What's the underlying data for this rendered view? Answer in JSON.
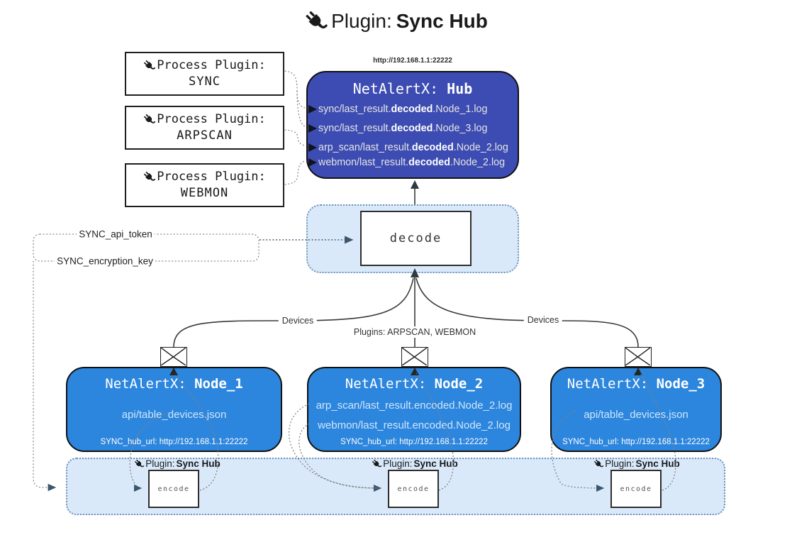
{
  "title": {
    "prefix": "Plugin: ",
    "name": "Sync Hub"
  },
  "process_plugins": [
    {
      "label": "Process Plugin:",
      "name": "SYNC"
    },
    {
      "label": "Process Plugin:",
      "name": "ARPSCAN"
    },
    {
      "label": "Process Plugin:",
      "name": "WEBMON"
    }
  ],
  "hub": {
    "url": "http://192.168.1.1:22222",
    "title_prefix": "NetAlertX: ",
    "title_name": "Hub",
    "logs": [
      {
        "pre": "sync/last_result.",
        "emph": "decoded",
        "post": ".Node_1.log"
      },
      {
        "pre": "sync/last_result.",
        "emph": "decoded",
        "post": ".Node_3.log"
      },
      {
        "pre": "arp_scan/last_result.",
        "emph": "decoded",
        "post": ".Node_2.log"
      },
      {
        "pre": "webmon/last_result.",
        "emph": "decoded",
        "post": ".Node_2.log"
      }
    ]
  },
  "decode_label": "decode",
  "secrets": {
    "api_token": "SYNC_api_token",
    "encryption_key": "SYNC_encryption_key"
  },
  "edge_labels": {
    "left": "Devices",
    "middle": "Plugins: ARPSCAN, WEBMON",
    "right": "Devices"
  },
  "nodes": [
    {
      "title_prefix": "NetAlertX: ",
      "title_name": "Node_1",
      "files": [
        "api/table_devices.json"
      ],
      "hub_url": "SYNC_hub_url: http://192.168.1.1:22222"
    },
    {
      "title_prefix": "NetAlertX: ",
      "title_name": "Node_2",
      "files": [
        "arp_scan/last_result.encoded.Node_2.log",
        "webmon/last_result.encoded.Node_2.log"
      ],
      "hub_url": "SYNC_hub_url: http://192.168.1.1:22222"
    },
    {
      "title_prefix": "NetAlertX: ",
      "title_name": "Node_3",
      "files": [
        "api/table_devices.json"
      ],
      "hub_url": "SYNC_hub_url: http://192.168.1.1:22222"
    }
  ],
  "encode_units": [
    {
      "label_prefix": "Plugin: ",
      "label_name": "Sync Hub",
      "box_label": "encode"
    },
    {
      "label_prefix": "Plugin: ",
      "label_name": "Sync Hub",
      "box_label": "encode"
    },
    {
      "label_prefix": "Plugin: ",
      "label_name": "Sync Hub",
      "box_label": "encode"
    }
  ],
  "colors": {
    "hub_bg": "#3d4cb2",
    "node_bg": "#2d86dd",
    "container_bg": "#d9e9fa",
    "container_border": "#6f96ba",
    "line_dark": "#3a3a3a",
    "line_dotted": "#8c8c8c",
    "arrow_navy": "#3d566e"
  }
}
